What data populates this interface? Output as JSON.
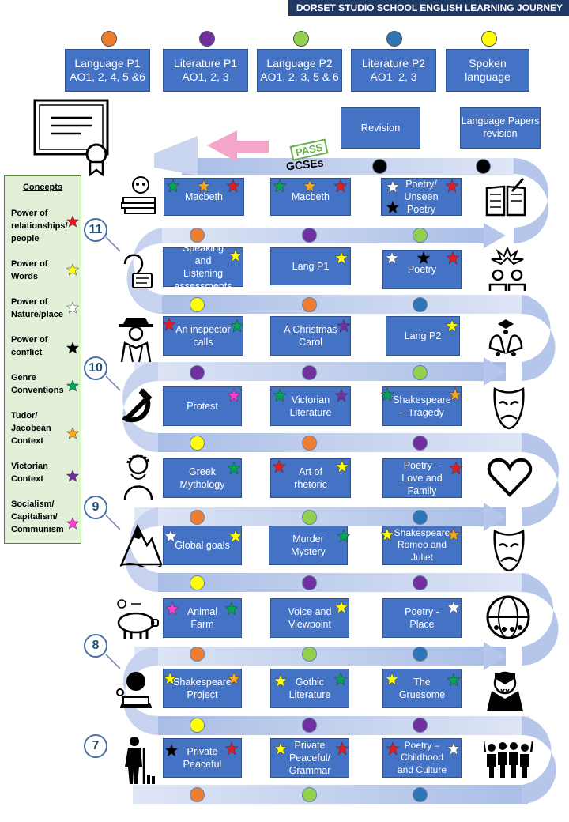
{
  "header": {
    "title": "DORSET STUDIO SCHOOL ENGLISH LEARNING JOURNEY"
  },
  "legend": [
    {
      "label": "Language P1 AO1, 2, 4, 5 &6",
      "color": "#ed7d31"
    },
    {
      "label": "Literature P1 AO1, 2, 3",
      "color": "#7030a0"
    },
    {
      "label": "Language P2 AO1, 2, 3, 5 & 6",
      "color": "#92d050"
    },
    {
      "label": "Literature P2 AO1, 2, 3",
      "color": "#2e75b6"
    },
    {
      "label": "Spoken language",
      "color": "#ffff00"
    }
  ],
  "revision": {
    "revision": "Revision",
    "language_papers": "Language Papers revision"
  },
  "gcse_badge": {
    "pass": "PASS",
    "gcses": "GCSEs"
  },
  "concepts": {
    "title": "Concepts",
    "items": [
      {
        "label": "Power of relationships/ people",
        "star": "#e31b23"
      },
      {
        "label": "Power of Words",
        "star": "#ffff00"
      },
      {
        "label": "Power of Nature/place",
        "star": "#ffffff"
      },
      {
        "label": "Power of conflict",
        "star": "#000000"
      },
      {
        "label": "Genre Conventions",
        "star": "#00a651"
      },
      {
        "label": "Tudor/ Jacobean Context",
        "star": "#f7a823"
      },
      {
        "label": "Victorian Context",
        "star": "#7030a0"
      },
      {
        "label": "Socialism/ Capitalism/ Communism",
        "star": "#ff3fd1"
      }
    ]
  },
  "years": [
    "11",
    "10",
    "9",
    "8",
    "7"
  ],
  "nodes": [
    {
      "label": "Macbeth"
    },
    {
      "label": "Macbeth"
    },
    {
      "label": "Poetry/ Unseen Poetry"
    },
    {
      "label": "Speaking and Listening assessments"
    },
    {
      "label": "Lang P1"
    },
    {
      "label": "Poetry"
    },
    {
      "label": "An inspector calls"
    },
    {
      "label": "A Christmas Carol"
    },
    {
      "label": "Lang P2"
    },
    {
      "label": "Protest"
    },
    {
      "label": "Victorian Literature"
    },
    {
      "label": "Shakespeare – Tragedy"
    },
    {
      "label": "Greek Mythology"
    },
    {
      "label": "Art of rhetoric"
    },
    {
      "label": "Poetry – Love and Family"
    },
    {
      "label": "Global goals"
    },
    {
      "label": "Murder Mystery"
    },
    {
      "label": "Shakespeare Romeo and Juliet"
    },
    {
      "label": "Animal Farm"
    },
    {
      "label": "Voice and Viewpoint"
    },
    {
      "label": "Poetry - Place"
    },
    {
      "label": "Shakespeare Project"
    },
    {
      "label": "Gothic Literature"
    },
    {
      "label": "The Gruesome"
    },
    {
      "label": "Private Peaceful"
    },
    {
      "label": "Private Peaceful/ Grammar"
    },
    {
      "label": "Poetry – Childhood and Culture"
    }
  ],
  "icons": [
    "certificate-icon",
    "skull-books-icon",
    "open-book-icon",
    "ear-speech-icon",
    "conflict-people-icon",
    "detective-icon",
    "bells-holly-icon",
    "hammer-sickle-icon",
    "sad-mask-icon",
    "greek-bust-icon",
    "heart-icon",
    "mountain-icon",
    "sad-mask-icon",
    "pig-icon",
    "globe-people-icon",
    "reader-icon",
    "vampire-icon",
    "soldier-icon",
    "children-icon"
  ]
}
